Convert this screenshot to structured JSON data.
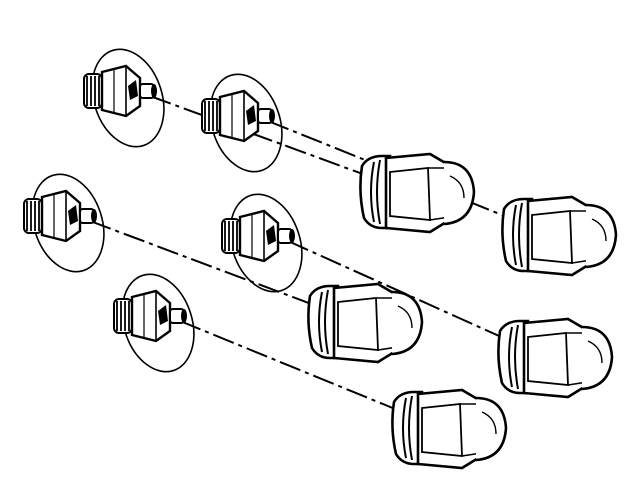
{
  "diagram": {
    "ink_color": "#000000",
    "paper_color": "#ffffff",
    "studs": [
      {
        "id": "stud-1"
      },
      {
        "id": "stud-2"
      },
      {
        "id": "stud-3"
      },
      {
        "id": "stud-4"
      },
      {
        "id": "stud-5"
      }
    ],
    "lug_nuts": [
      {
        "id": "nut-1",
        "shape": "capped-hex"
      },
      {
        "id": "nut-2",
        "shape": "capped-hex"
      },
      {
        "id": "nut-3",
        "shape": "capped-hex"
      },
      {
        "id": "nut-4",
        "shape": "capped-hex"
      },
      {
        "id": "nut-5",
        "shape": "capped-hex"
      }
    ]
  }
}
